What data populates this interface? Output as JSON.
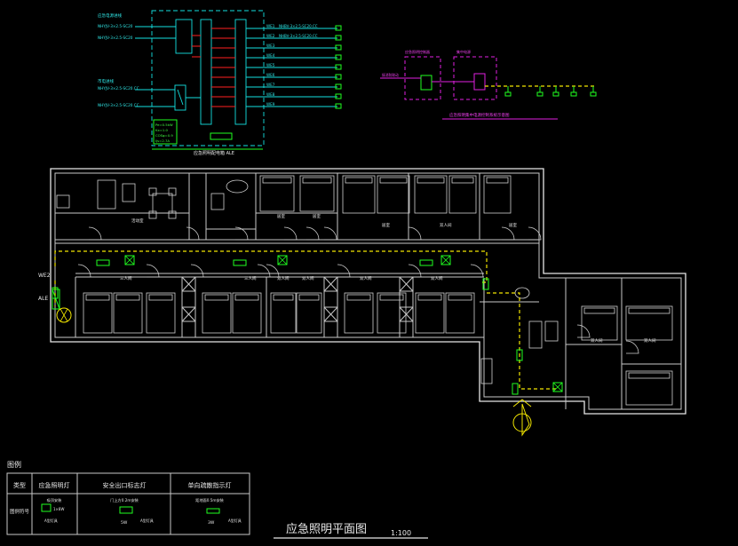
{
  "drawing": {
    "title": "应急照明平面图",
    "scale": "1:100",
    "panel_label": "ALE",
    "panel_diagram_caption": "应急照明配电箱 ALE",
    "fire_diagram_caption": "应急照明集中电源控制系统示意图",
    "circuit_ids": [
      "WE1",
      "WE2",
      "WE3",
      "WE4",
      "WE5",
      "WE6",
      "WE7",
      "WE8",
      "WE9"
    ],
    "incoming_cables": [
      "NHYJV-3×2.5-SC20",
      "NHYJV-3×2.5-SC20",
      "NHYJV-3×2.5-SC20.CC",
      "NHYJV-3×2.5-SC20.CC"
    ],
    "circuit_cable": "NHBV-3×2.5-SC20.CC",
    "panel_params": [
      "Pe=0.5kW",
      "Kx=1.0",
      "COSφ=0.9",
      "Ijs=2.7A"
    ]
  },
  "plan": {
    "circuit_labels": [
      "WE2",
      "ALE"
    ],
    "rooms": [
      {
        "id": "lounge",
        "label": "活动室"
      },
      {
        "id": "r1",
        "label": "居室"
      },
      {
        "id": "r2",
        "label": "居室"
      },
      {
        "id": "r3",
        "label": "居室"
      },
      {
        "id": "r4",
        "label": "双人间"
      },
      {
        "id": "r5",
        "label": "居室"
      },
      {
        "id": "r6",
        "label": "三人间"
      },
      {
        "id": "r7",
        "label": "三人间"
      },
      {
        "id": "r8",
        "label": "双人间"
      },
      {
        "id": "r9",
        "label": "双人间"
      },
      {
        "id": "r10",
        "label": "双人间"
      },
      {
        "id": "r11",
        "label": "双人间"
      },
      {
        "id": "r12",
        "label": "双人间"
      },
      {
        "id": "r13",
        "label": "双人间"
      }
    ]
  },
  "legend": {
    "title": "图例",
    "headers": [
      "类型",
      "应急照明灯",
      "安全出口标志灯",
      "单向疏散指示灯"
    ],
    "row_label": "图例符号",
    "cells": [
      {
        "desc": "吸顶安装",
        "spec": "1×8W",
        "note": "A型灯具"
      },
      {
        "desc": "门上方0.2m安装",
        "spec": "5W",
        "note": "A型灯具"
      },
      {
        "desc": "距地面0.5m安装",
        "spec": "3W",
        "note": "A型灯具"
      }
    ]
  },
  "colors": {
    "background": "#000000",
    "wall": "#c8c8c8",
    "emergency_circuit": "#f2e600",
    "fixture": "#20ff20",
    "panel_outline": "#14e0e0",
    "control_wiring": "#ff2020",
    "fire_control": "#e020e0"
  }
}
